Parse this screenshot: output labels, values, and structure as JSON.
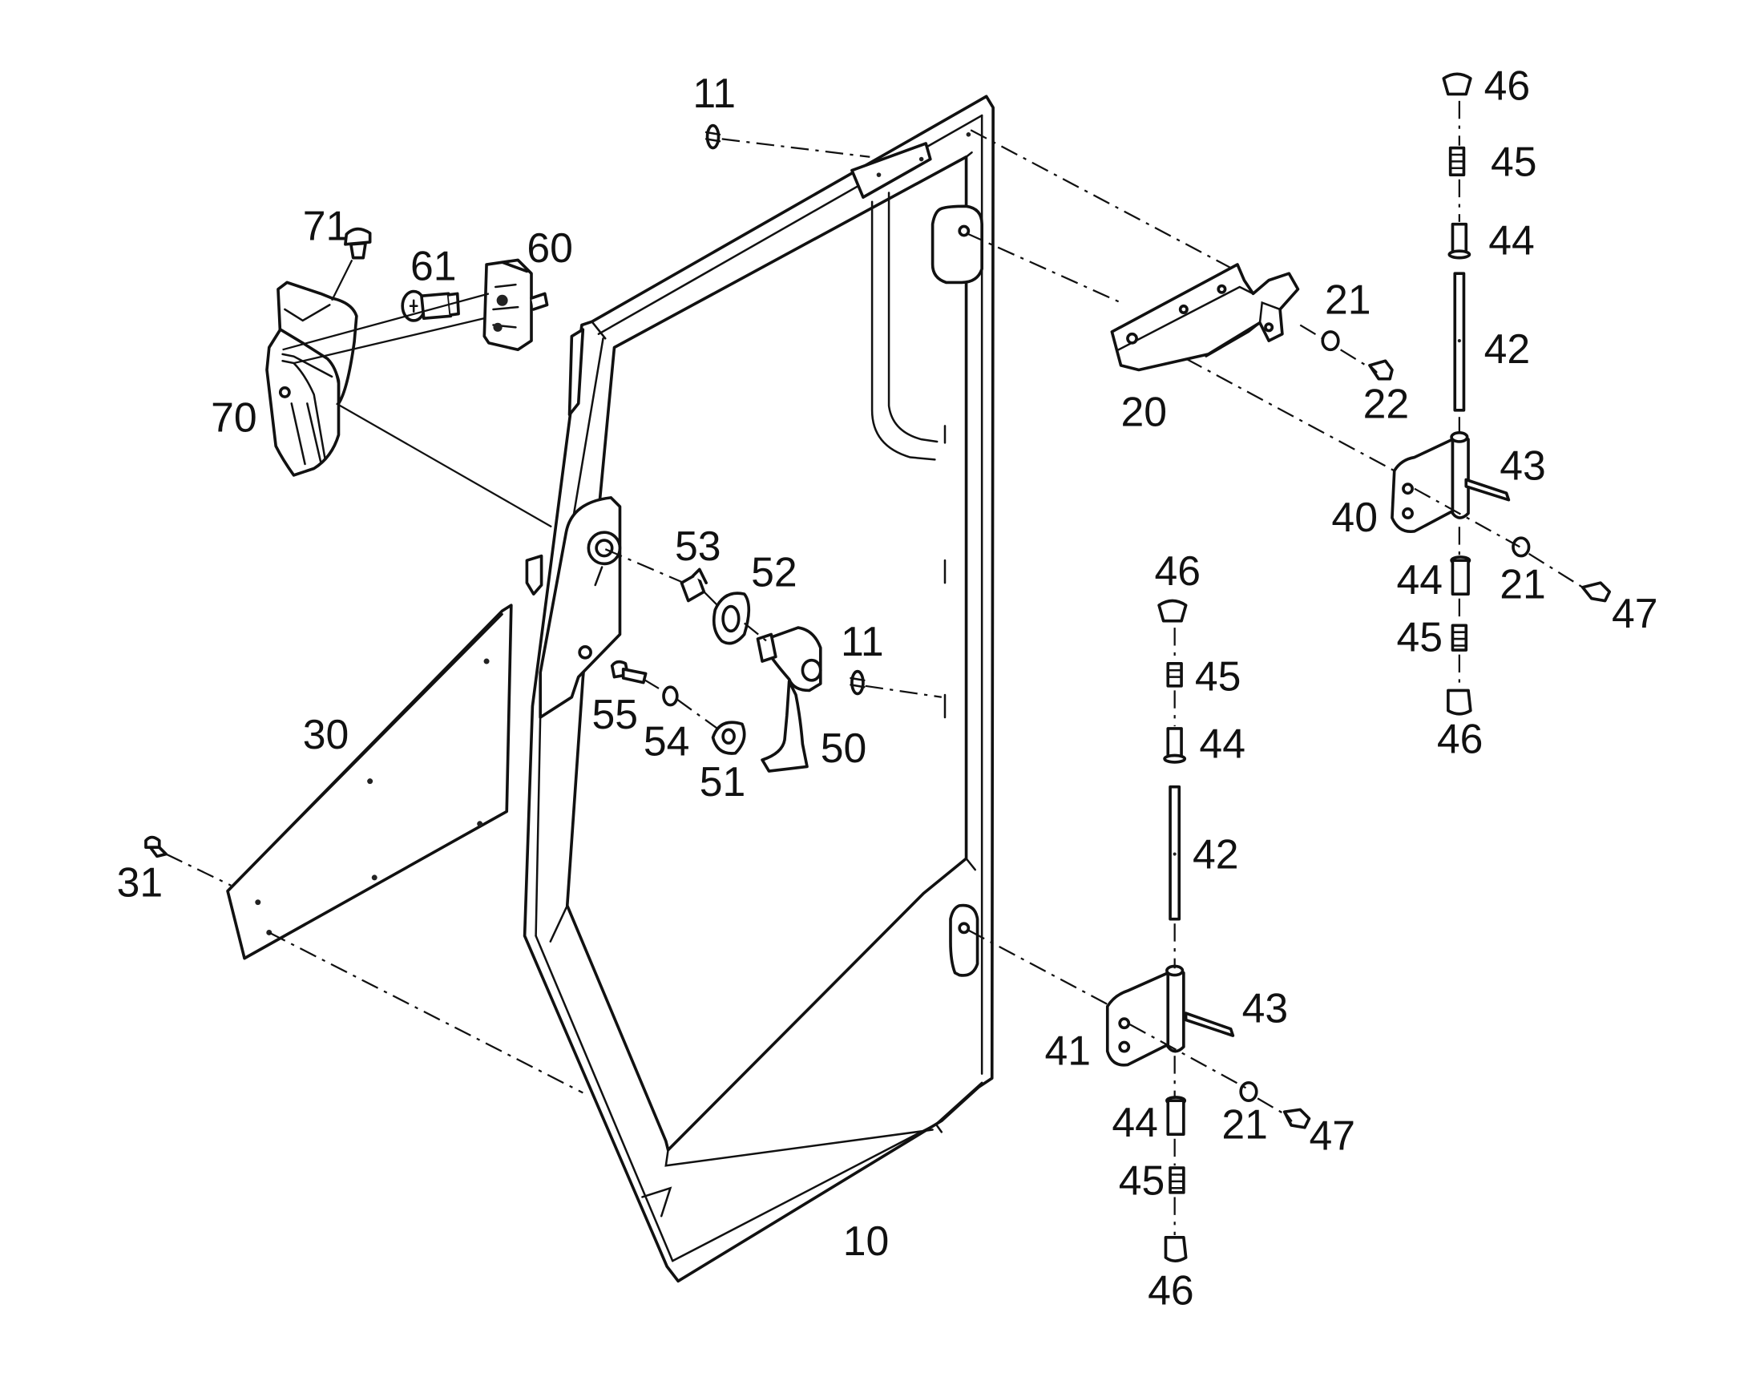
{
  "labels": {
    "l10": "10",
    "l11a": "11",
    "l11b": "11",
    "l20": "20",
    "l21a": "21",
    "l21b": "21",
    "l21c": "21",
    "l22": "22",
    "l30": "30",
    "l31": "31",
    "l40": "40",
    "l41": "41",
    "l42a": "42",
    "l42b": "42",
    "l43a": "43",
    "l43b": "43",
    "l44a": "44",
    "l44b": "44",
    "l44c": "44",
    "l44d": "44",
    "l45a": "45",
    "l45b": "45",
    "l45c": "45",
    "l45d": "45",
    "l46a": "46",
    "l46b": "46",
    "l46c": "46",
    "l46d": "46",
    "l47a": "47",
    "l47b": "47",
    "l50": "50",
    "l51": "51",
    "l52": "52",
    "l53": "53",
    "l54": "54",
    "l55": "55",
    "l60": "60",
    "l61": "61",
    "l70": "70",
    "l71": "71"
  },
  "colors": {
    "line": "#111111",
    "background": "#ffffff"
  }
}
